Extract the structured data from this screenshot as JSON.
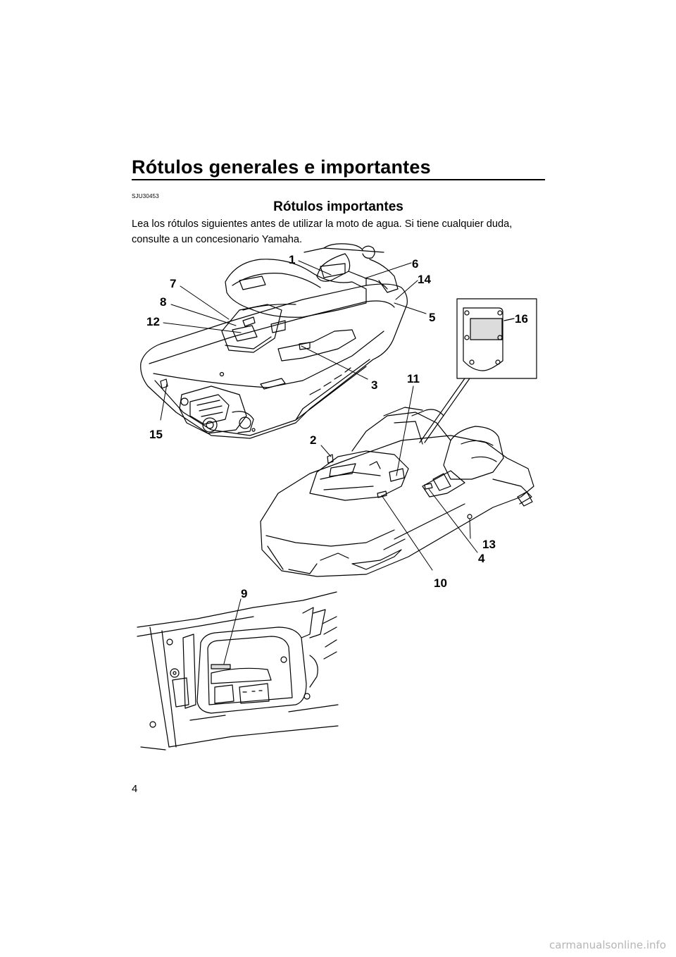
{
  "header": {
    "title": "Rótulos generales e importantes"
  },
  "section": {
    "code": "SJU30453",
    "title": "Rótulos importantes",
    "body": "Lea los rótulos siguientes antes de utilizar la moto de agua. Si tiene cualquier duda, consulte a un concesionario Yamaha."
  },
  "figure": {
    "callouts": [
      "1",
      "2",
      "3",
      "4",
      "5",
      "6",
      "7",
      "8",
      "9",
      "10",
      "11",
      "12",
      "13",
      "14",
      "15",
      "16"
    ]
  },
  "footer": {
    "page_number": "4",
    "watermark": "carmanualsonline.info"
  }
}
